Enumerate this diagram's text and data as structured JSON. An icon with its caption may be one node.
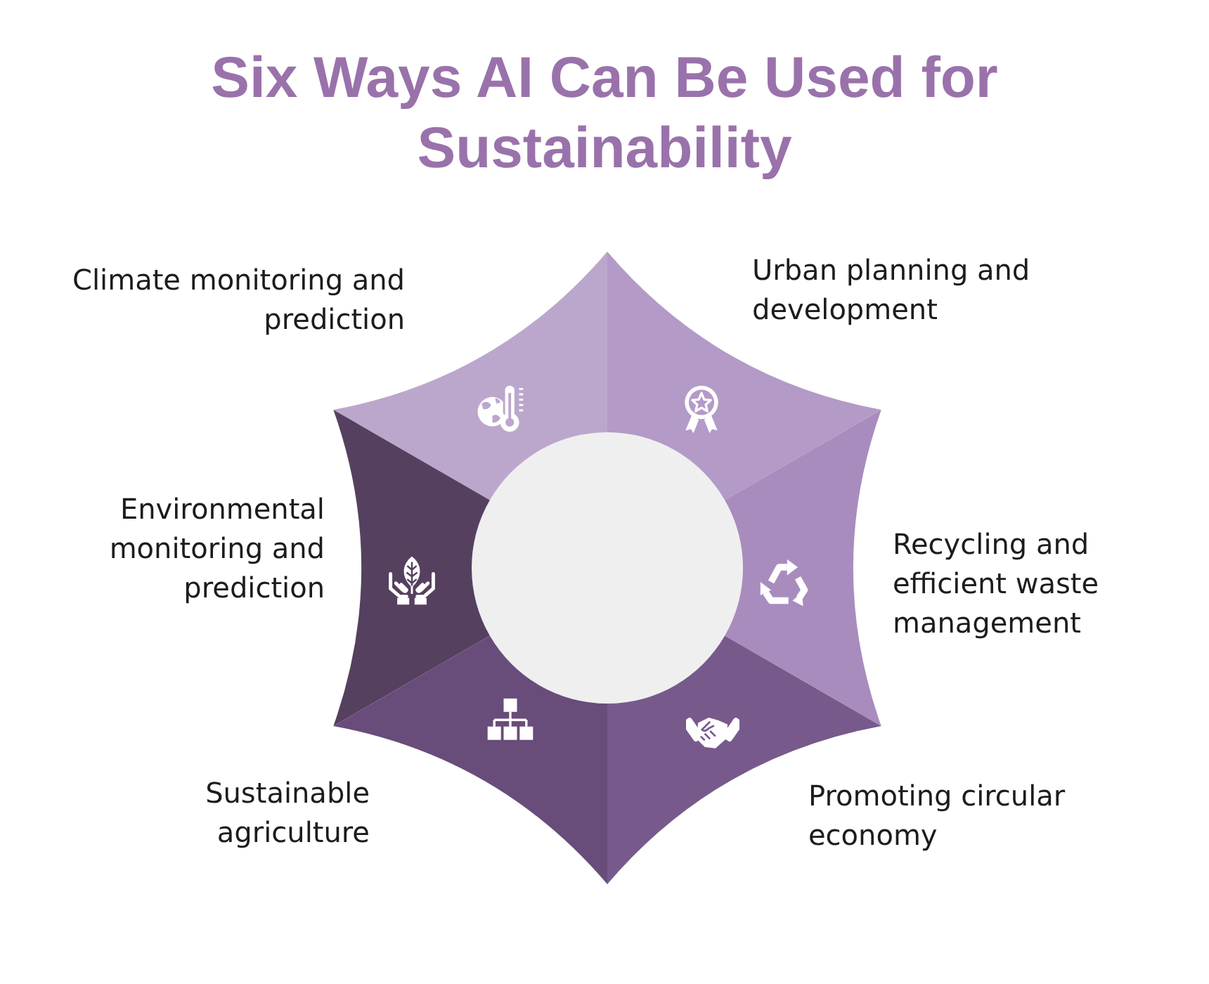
{
  "diagram": {
    "title": "Six Ways AI Can Be Used for Sustainability",
    "nodes": [
      {
        "text": [],
        "shape": "wedge",
        "beside": [
          "Climate monitoring and prediction"
        ]
      },
      {
        "text": [],
        "shape": "wedge",
        "beside": [
          "Urban planning and development"
        ]
      },
      {
        "text": [],
        "shape": "wedge",
        "beside": [
          "Environmental monitoring and prediction"
        ]
      },
      {
        "text": [],
        "shape": "wedge",
        "beside": [
          "Recycling and efficient waste management"
        ]
      },
      {
        "text": [],
        "shape": "wedge",
        "beside": [
          "Sustainable agriculture"
        ]
      },
      {
        "text": [],
        "shape": "wedge",
        "beside": [
          "Promoting circular economy"
        ]
      },
      {
        "text": [],
        "shape": "circle"
      }
    ]
  }
}
